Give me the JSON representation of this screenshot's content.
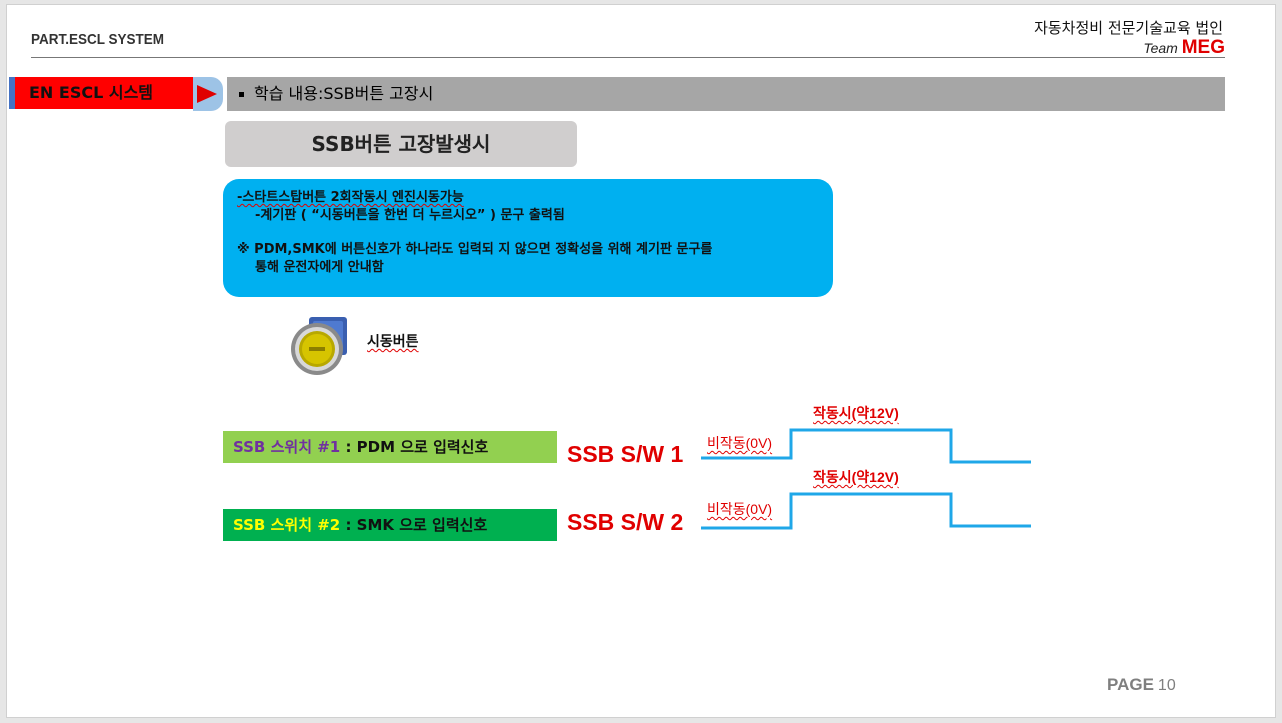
{
  "header": {
    "part": "PART.ESCL SYSTEM",
    "org": "자동차정비 전문기술교육 법인",
    "team_prefix": "Team",
    "team_name": "MEG"
  },
  "section": {
    "label": "EN ESCL 시스템",
    "topic": "학습 내용:SSB버튼 고장시"
  },
  "title": "SSB버튼 고장발생시",
  "info": {
    "line1": "-스타트스탑버튼 2회작동시 엔진시동가능",
    "line2": "-계기판 ( “시동버튼을 한번 더 누르시오” )  문구 출력됨",
    "line3": "※  PDM,SMK에 버튼신호가 하나라도 입력되 지 않으면 정확성을 위해 계기판 문구를",
    "line4": "통해 운전자에게 안내함"
  },
  "button": {
    "label": "시동버튼"
  },
  "signals": [
    {
      "hl": "SSB 스위치 #1",
      "rest": " :  PDM  으로  입력신호",
      "sw": "SSB S/W 1",
      "off": "비작동(0V)",
      "on": "작동시(약12V)"
    },
    {
      "hl": "SSB 스위치 #2",
      "rest": " :  SMK    으로  입력신호",
      "sw": "SSB S/W 2",
      "off": "비작동(0V)",
      "on": "작동시(약12V)"
    }
  ],
  "colors": {
    "accent_red": "#e00000",
    "wave": "#1fa7e8",
    "info_bg": "#00b0f0",
    "signal1_bg": "#92d050",
    "signal2_bg": "#00b050"
  },
  "footer": {
    "page_label": "PAGE",
    "page_number": "10"
  }
}
